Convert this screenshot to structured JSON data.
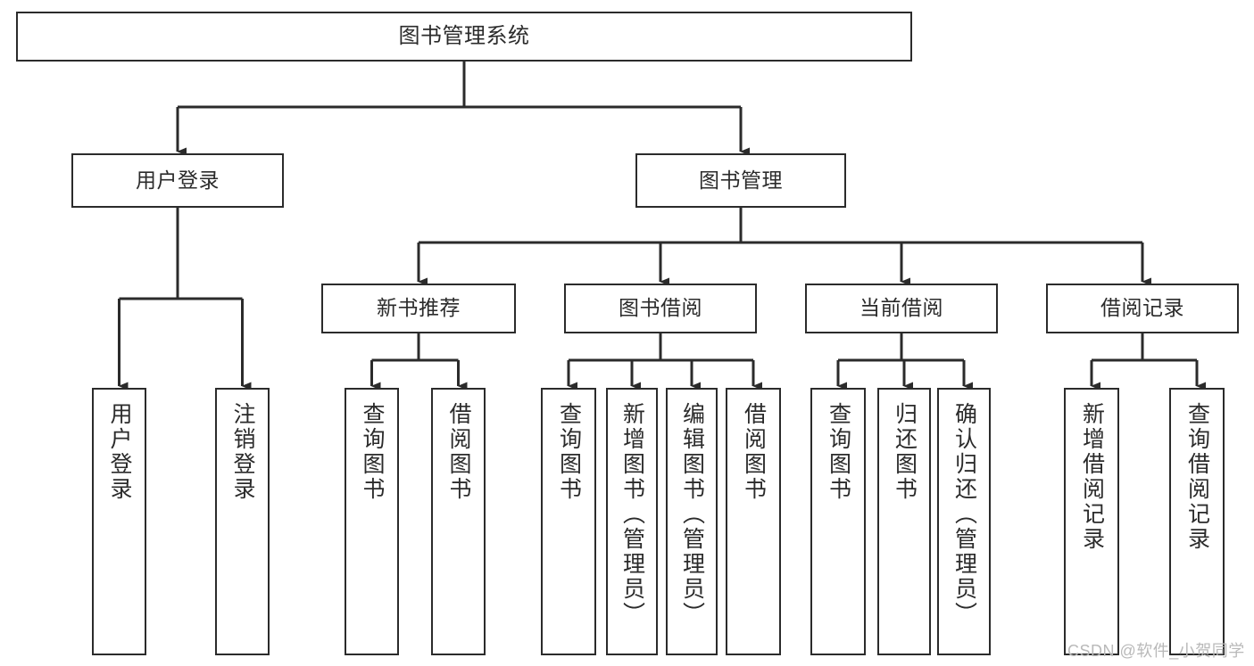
{
  "diagram": {
    "title": "图书管理系统",
    "type": "tree-hierarchy",
    "orientation": "top-down",
    "style": {
      "box_fill": "#ffffff",
      "box_stroke": "#2b2b2b",
      "edge_color": "#2b2b2b",
      "text_color": "#2b2b2b",
      "background": "#ffffff"
    },
    "levels": [
      {
        "level": 1,
        "nodes": [
          {
            "id": "root",
            "label": "图书管理系统",
            "text_direction": "horizontal"
          }
        ]
      },
      {
        "level": 2,
        "nodes": [
          {
            "id": "login",
            "label": "用户登录",
            "text_direction": "horizontal",
            "parent": "root"
          },
          {
            "id": "bookmgmt",
            "label": "图书管理",
            "text_direction": "horizontal",
            "parent": "root"
          }
        ]
      },
      {
        "level": 3,
        "nodes": [
          {
            "id": "newbook",
            "label": "新书推荐",
            "text_direction": "horizontal",
            "parent": "bookmgmt"
          },
          {
            "id": "borrow",
            "label": "图书借阅",
            "text_direction": "horizontal",
            "parent": "bookmgmt"
          },
          {
            "id": "current",
            "label": "当前借阅",
            "text_direction": "horizontal",
            "parent": "bookmgmt"
          },
          {
            "id": "record",
            "label": "借阅记录",
            "text_direction": "horizontal",
            "parent": "bookmgmt"
          }
        ]
      },
      {
        "level": 4,
        "nodes": [
          {
            "id": "leaf1",
            "label": "用户登录",
            "text_direction": "vertical",
            "parent": "login"
          },
          {
            "id": "leaf2",
            "label": "注销登录",
            "text_direction": "vertical",
            "parent": "login"
          },
          {
            "id": "leaf3",
            "label": "查询图书",
            "text_direction": "vertical",
            "parent": "newbook"
          },
          {
            "id": "leaf4",
            "label": "借阅图书",
            "text_direction": "vertical",
            "parent": "newbook"
          },
          {
            "id": "leaf5",
            "label": "查询图书",
            "text_direction": "vertical",
            "parent": "borrow"
          },
          {
            "id": "leaf6",
            "label": "新增图书（管理员）",
            "text_direction": "vertical",
            "parent": "borrow"
          },
          {
            "id": "leaf7",
            "label": "编辑图书（管理员）",
            "text_direction": "vertical",
            "parent": "borrow"
          },
          {
            "id": "leaf8",
            "label": "借阅图书",
            "text_direction": "vertical",
            "parent": "borrow"
          },
          {
            "id": "leaf9",
            "label": "查询图书",
            "text_direction": "vertical",
            "parent": "current"
          },
          {
            "id": "leaf10",
            "label": "归还图书",
            "text_direction": "vertical",
            "parent": "current"
          },
          {
            "id": "leaf11",
            "label": "确认归还（管理员）",
            "text_direction": "vertical",
            "parent": "current"
          },
          {
            "id": "leaf12",
            "label": "新增借阅记录",
            "text_direction": "vertical",
            "parent": "record"
          },
          {
            "id": "leaf13",
            "label": "查询借阅记录",
            "text_direction": "vertical",
            "parent": "record"
          }
        ]
      }
    ]
  },
  "watermark": {
    "text": "CSDN @软件_小贺同学"
  }
}
